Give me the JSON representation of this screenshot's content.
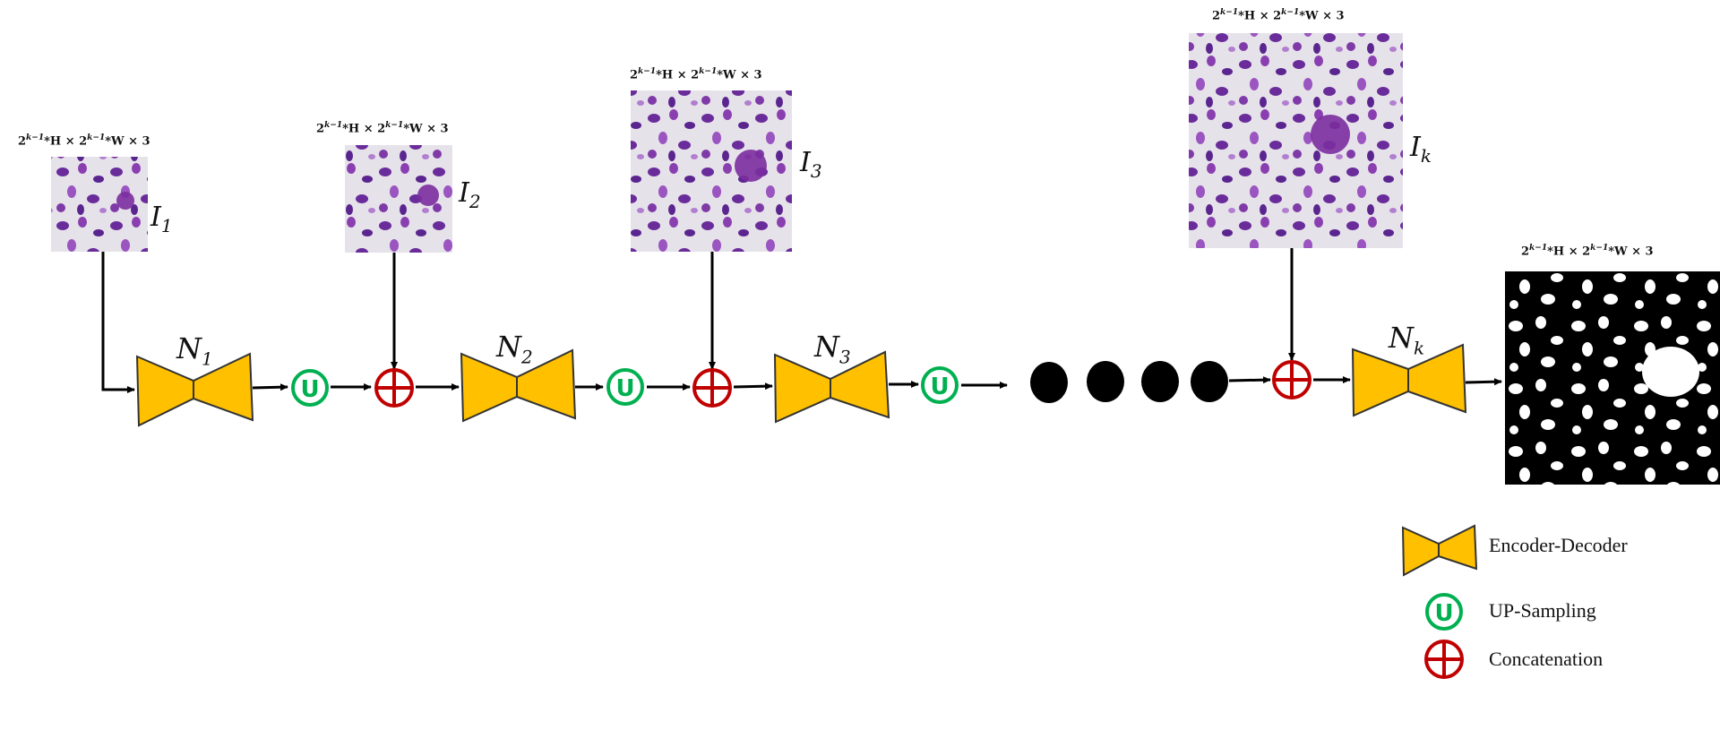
{
  "dimension_label": {
    "base": "2",
    "exp": "k−1",
    "text_h": "*H × 2",
    "text_w": "*W × 3"
  },
  "inputs": [
    {
      "name": "I",
      "sub": "1"
    },
    {
      "name": "I",
      "sub": "2"
    },
    {
      "name": "I",
      "sub": "3"
    },
    {
      "name": "I",
      "sub": "k"
    }
  ],
  "networks": [
    {
      "name": "N",
      "sub": "1"
    },
    {
      "name": "N",
      "sub": "2"
    },
    {
      "name": "N",
      "sub": "3"
    },
    {
      "name": "N",
      "sub": "k"
    }
  ],
  "upsampling_symbol": "U",
  "legend": {
    "encoder_decoder": "Encoder-Decoder",
    "upsampling": "UP-Sampling",
    "concatenation": "Concatenation"
  },
  "colors": {
    "encoder_fill": "#FFC000",
    "upsample_stroke": "#00B050",
    "concat_stroke": "#C00000",
    "cell_purple": "#7B2E9E",
    "tissue_bg": "#E8E4EC",
    "mask_bg": "#000000",
    "mask_fg": "#FFFFFF"
  }
}
